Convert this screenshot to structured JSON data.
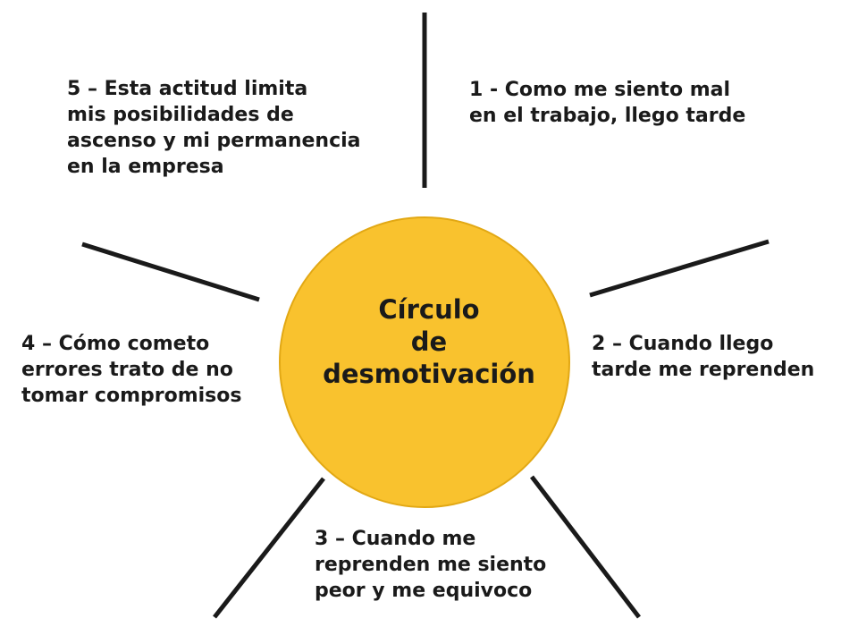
{
  "center": {
    "title": "Círculo\nde\ndesmotivación"
  },
  "steps": [
    {
      "text": "1 - Como me siento mal\nen el trabajo, llego tarde"
    },
    {
      "text": "2 – Cuando llego\ntarde me reprenden"
    },
    {
      "text": "3 – Cuando me\nreprenden me siento\npeor y me equivoco"
    },
    {
      "text": "4 – Cómo cometo\nerrores trato de no\ntomar compromisos"
    },
    {
      "text": "5 – Esta actitud limita\nmis posibilidades de\nascenso y mi permanencia\nen la empresa"
    }
  ],
  "colors": {
    "circle_fill": "#f9c22e",
    "ray": "#1a1a1a",
    "text": "#1a1a1a",
    "background": "#ffffff"
  }
}
